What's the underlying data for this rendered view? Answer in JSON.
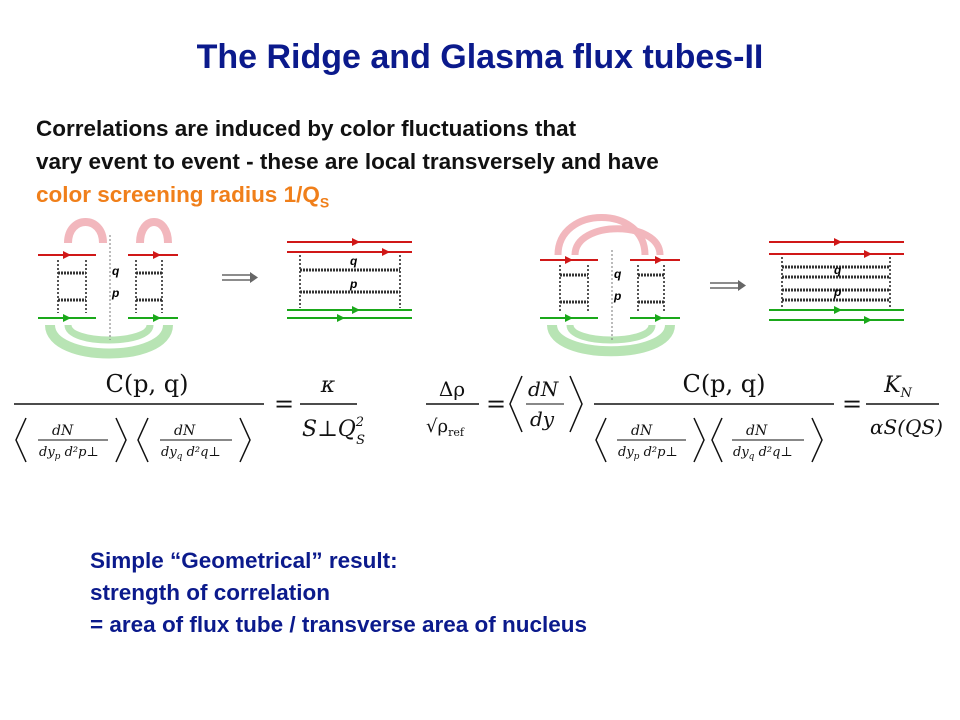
{
  "slide": {
    "title": "The Ridge and Glasma flux tubes-II",
    "intro": {
      "line1": "Correlations are induced by color fluctuations that",
      "line2": "vary event to event - these are local transversely and have",
      "line3_main": "color screening radius 1/Q",
      "line3_sub": "S"
    },
    "diagram_labels": {
      "q": "q",
      "p": "p"
    },
    "equation1": {
      "numerator": "C(p, q)",
      "rhs_numerator": "κ",
      "rhs_denominator": "S⊥Q",
      "rhs_sup": "2",
      "rhs_sub": "S"
    },
    "equation2": {
      "lhs_numerator": "Δρ",
      "lhs_denominator": "√ρref",
      "middle": "dN/dy",
      "numerator": "C(p, q)",
      "rhs_numerator": "K",
      "rhs_num_sub": "N",
      "rhs_denominator": "αS(QS)"
    },
    "result": {
      "line1": "Simple “Geometrical” result:",
      "line2": "strength of correlation",
      "line3": "= area of flux tube / transverse area of nucleus"
    }
  }
}
